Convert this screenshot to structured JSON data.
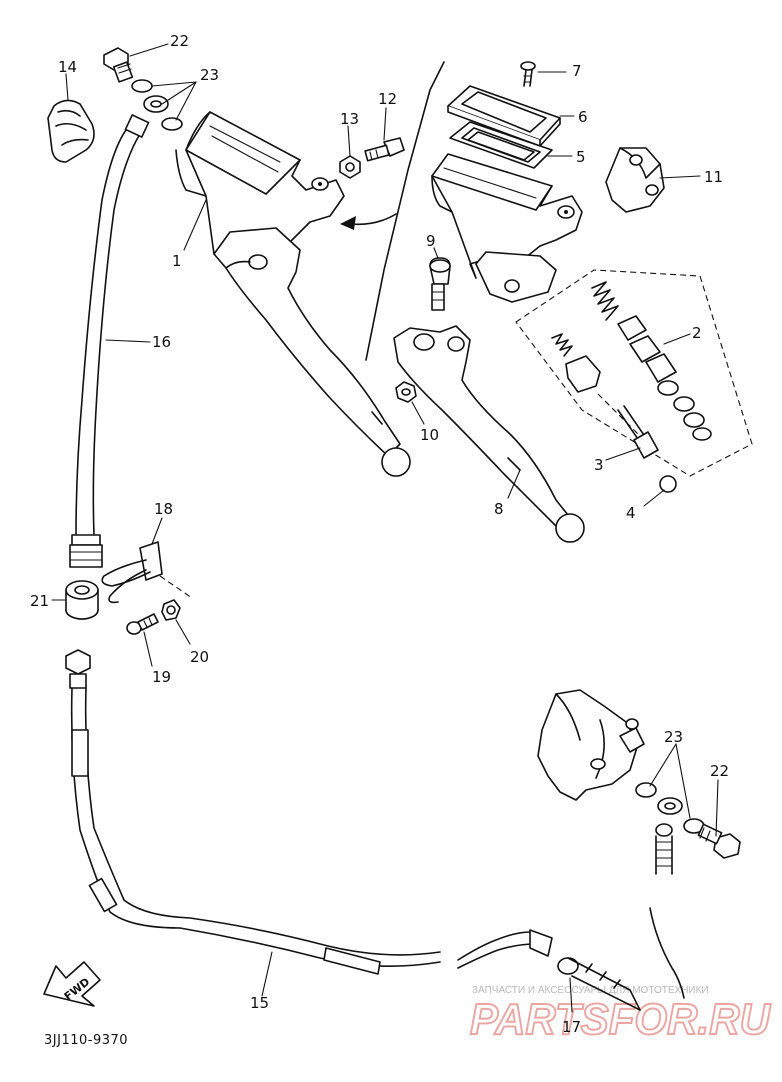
{
  "diagram": {
    "drawing_code": "3JJ110-9370",
    "fwd_label": "FWD",
    "watermark": {
      "tagline": "ЗАПЧАСТИ И АКСЕССУАРЫ ДЛЯ МОТОТЕХНИКИ",
      "brand": "PARTSFOR.RU"
    },
    "callouts": [
      {
        "id": "c22a",
        "label": "22"
      },
      {
        "id": "c14",
        "label": "14"
      },
      {
        "id": "c23a",
        "label": "23"
      },
      {
        "id": "c13",
        "label": "13"
      },
      {
        "id": "c12",
        "label": "12"
      },
      {
        "id": "c7",
        "label": "7"
      },
      {
        "id": "c6",
        "label": "6"
      },
      {
        "id": "c5",
        "label": "5"
      },
      {
        "id": "c11",
        "label": "11"
      },
      {
        "id": "c1",
        "label": "1"
      },
      {
        "id": "c9",
        "label": "9"
      },
      {
        "id": "c2",
        "label": "2"
      },
      {
        "id": "c16",
        "label": "16"
      },
      {
        "id": "c10",
        "label": "10"
      },
      {
        "id": "c3",
        "label": "3"
      },
      {
        "id": "c8",
        "label": "8"
      },
      {
        "id": "c4",
        "label": "4"
      },
      {
        "id": "c18",
        "label": "18"
      },
      {
        "id": "c21",
        "label": "21"
      },
      {
        "id": "c20",
        "label": "20"
      },
      {
        "id": "c19",
        "label": "19"
      },
      {
        "id": "c23b",
        "label": "23"
      },
      {
        "id": "c22b",
        "label": "22"
      },
      {
        "id": "c15",
        "label": "15"
      },
      {
        "id": "c17",
        "label": "17"
      }
    ]
  }
}
